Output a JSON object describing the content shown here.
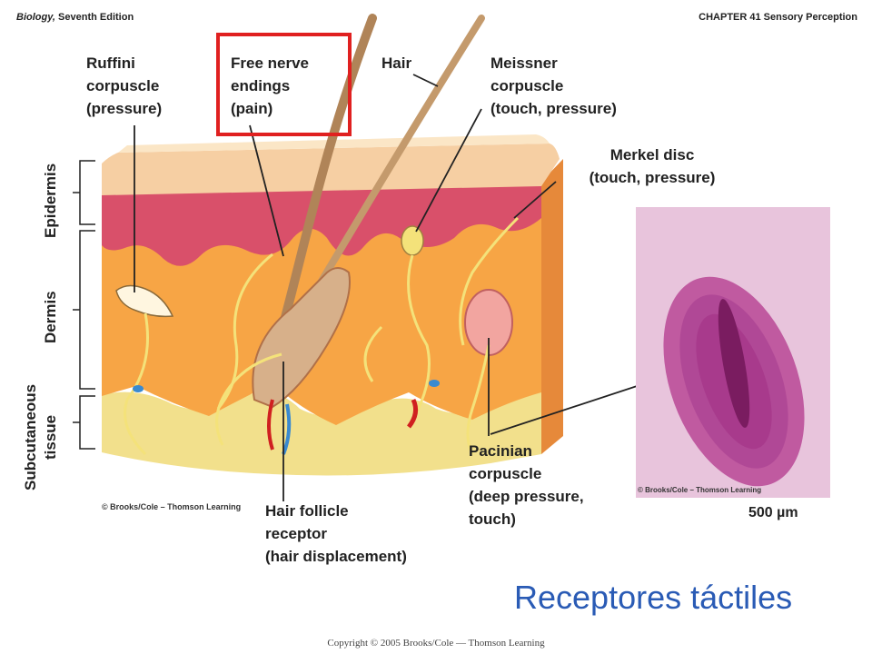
{
  "header": {
    "book_title": "Biology,",
    "book_edition": "Seventh Edition",
    "chapter": "CHAPTER 41 Sensory Perception"
  },
  "labels": {
    "ruffini": "Ruffini\ncorpuscle\n(pressure)",
    "free_nerve": "Free nerve\nendings\n(pain)",
    "hair": "Hair",
    "meissner": "Meissner\ncorpuscle\n(touch, pressure)",
    "merkel": "Merkel disc\n(touch, pressure)",
    "pacinian": "Pacinian\ncorpuscle\n(deep pressure,\ntouch)",
    "hair_follicle": "Hair follicle\nreceptor\n(hair displacement)"
  },
  "layers": {
    "epidermis": "Epidermis",
    "dermis": "Dermis",
    "subcutaneous_1": "Subcutaneous",
    "subcutaneous_2": "tissue"
  },
  "credits": {
    "diagram": "© Brooks/Cole – Thomson Learning",
    "micrograph": "© Brooks/Cole – Thomson Learning"
  },
  "scale_bar": "500 µm",
  "slide_title": "Receptores táctiles",
  "copyright": "Copyright © 2005 Brooks/Cole — Thomson Learning",
  "colors": {
    "highlight_box": "#e02020",
    "title": "#2a5bb5",
    "dermis": "#f7a545",
    "epidermis_red": "#d9506a",
    "epidermis_top": "#f6cfa3",
    "subcutaneous": "#f2e08c",
    "nerve": "#f4e27a",
    "micrograph_bg": "#e8c4dc",
    "micrograph_core": "#9c2a7c"
  }
}
